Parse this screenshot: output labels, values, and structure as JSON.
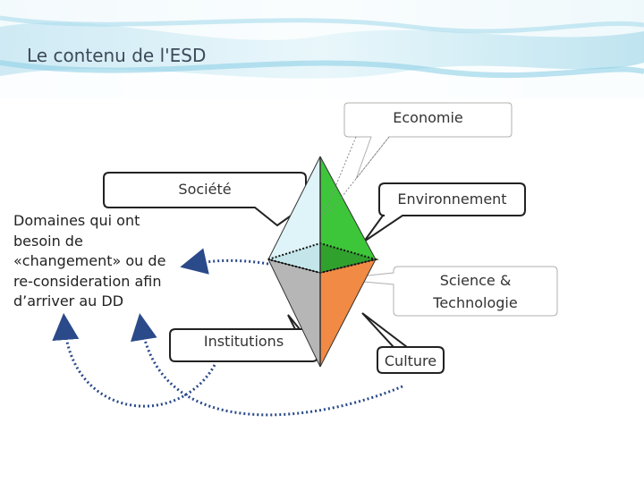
{
  "slide": {
    "title": "Le contenu de l'ESD"
  },
  "side_note": "Domaines qui ont besoin de «changement» ou de re-consideration afin d’arriver au DD",
  "callouts": {
    "economie": "Economie",
    "societe": "Société",
    "environnement": "Environnement",
    "science_l1": "Science &",
    "science_l2": "Technologie",
    "institutions": "Institutions",
    "culture": "Culture"
  },
  "colors": {
    "top_left_face": "#dff4f8",
    "top_right_face": "#3ec63a",
    "mid_left_face": "#bfe3e8",
    "mid_right_face": "#2f9a2b",
    "bottom_left_face": "#b6b6b6",
    "bottom_right_face": "#f08a45",
    "banner_light": "#e8f6fb",
    "banner_mid": "#9fd4ea",
    "arrow": "#2a4a8a"
  }
}
